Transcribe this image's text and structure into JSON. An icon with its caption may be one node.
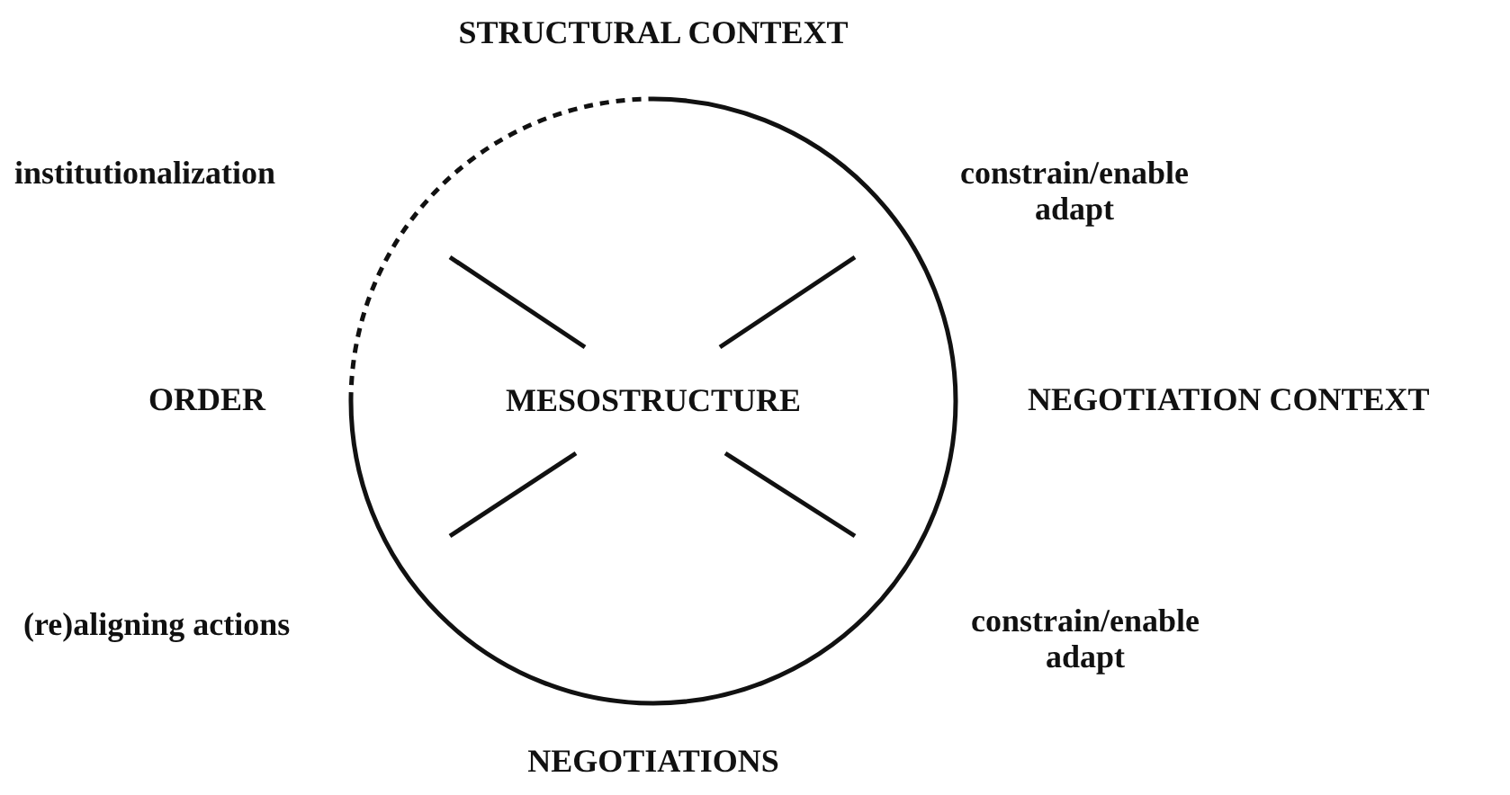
{
  "diagram": {
    "nodes": [
      {
        "text": [
          "MESOSTRUCTURE"
        ]
      }
    ],
    "labels": [
      "STRUCTURAL CONTEXT",
      "institutionalization",
      "constrain/enable adapt",
      "ORDER",
      "NEGOTIATION CONTEXT",
      "(re)aligning actions",
      "constrain/enable adapt",
      "NEGOTIATIONS"
    ]
  }
}
